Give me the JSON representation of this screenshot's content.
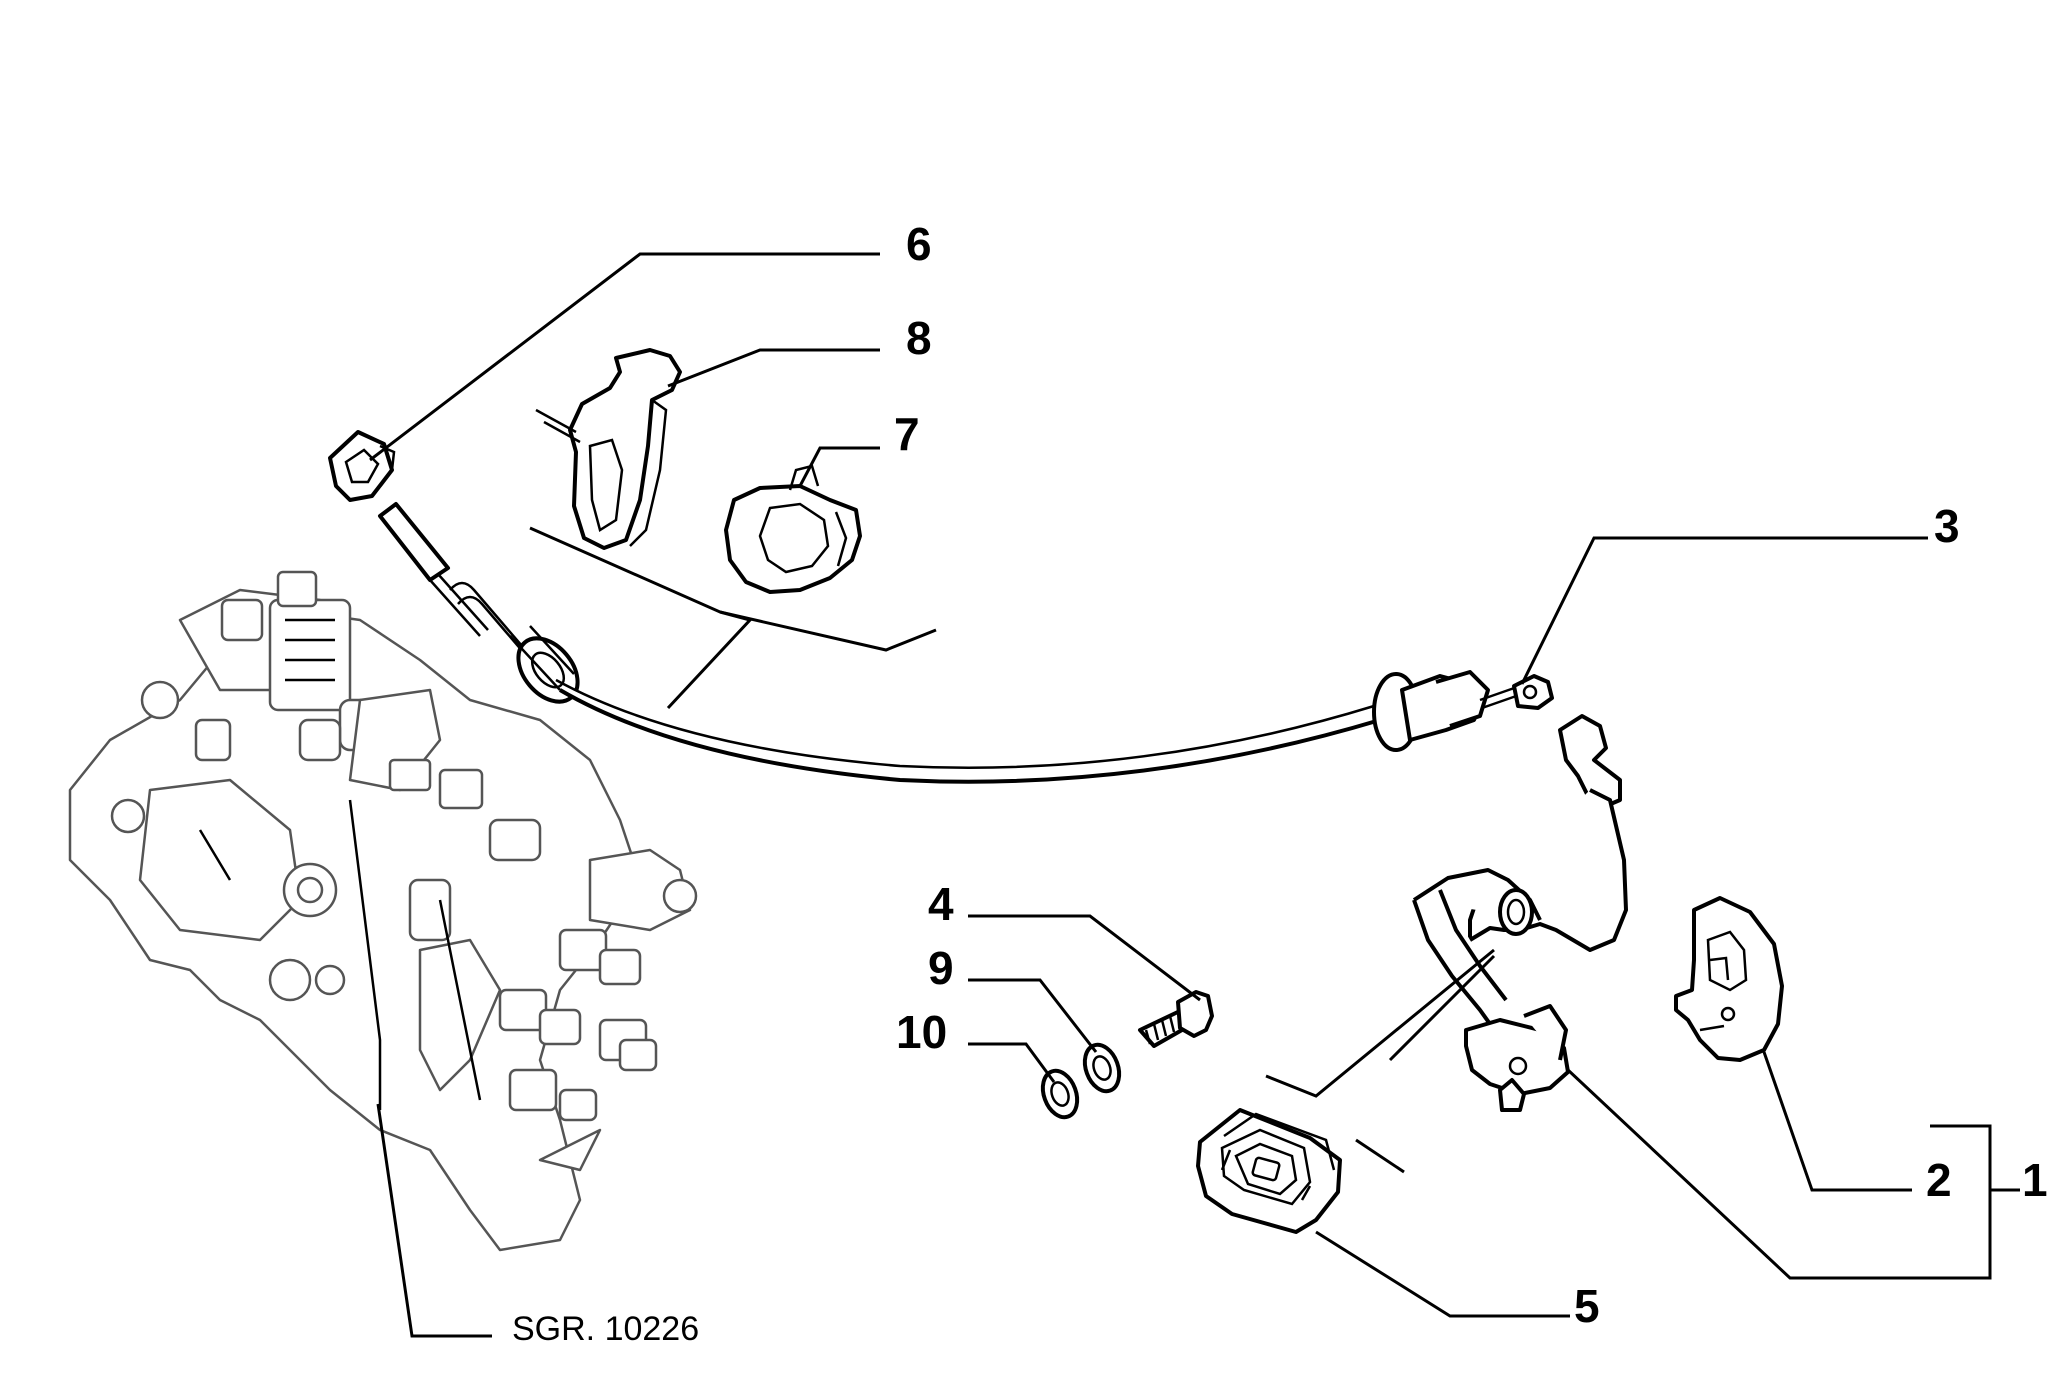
{
  "diagram": {
    "callouts": {
      "c1": "1",
      "c2": "2",
      "c3": "3",
      "c4": "4",
      "c5": "5",
      "c6": "6",
      "c7": "7",
      "c8": "8",
      "c9": "9",
      "c10": "10"
    },
    "reference": "SGR. 10226"
  }
}
